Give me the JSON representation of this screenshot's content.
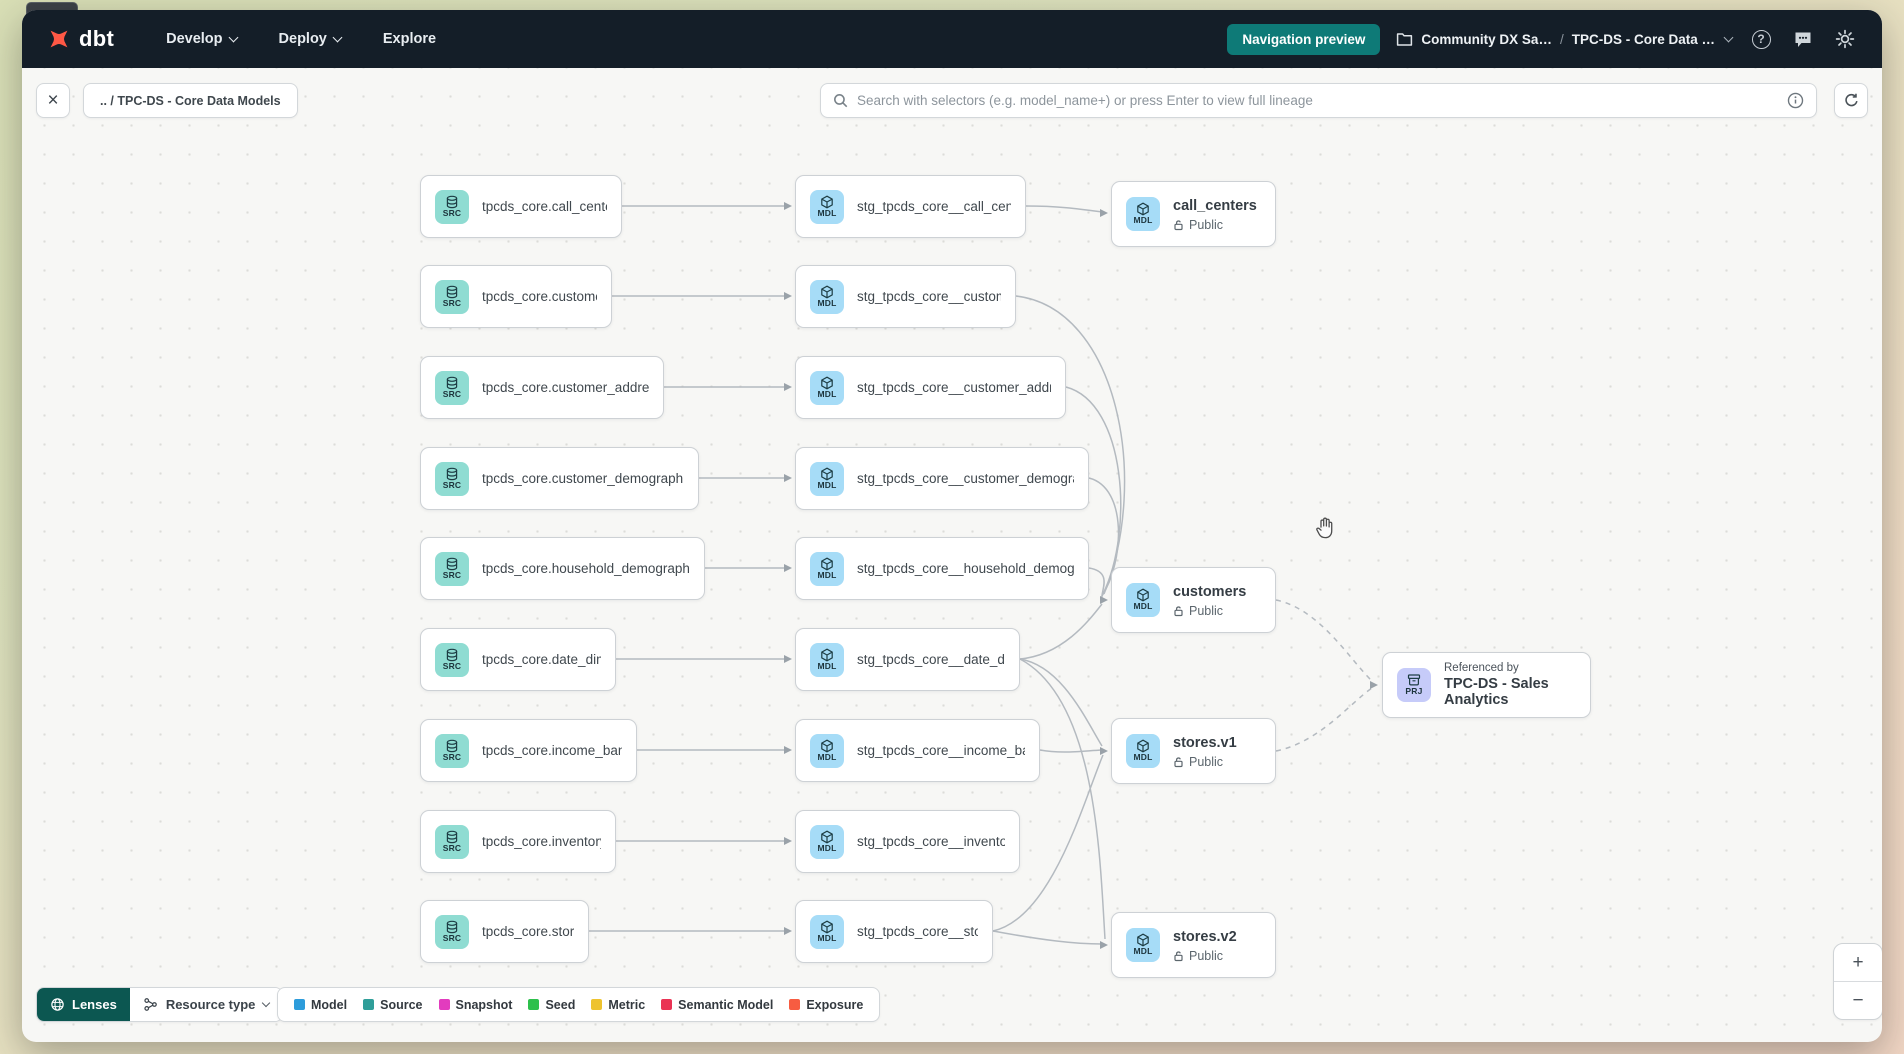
{
  "navbar": {
    "logo": "dbt",
    "menu": [
      "Develop",
      "Deploy",
      "Explore"
    ],
    "preview_button": "Navigation preview",
    "account": "Community DX Sa…",
    "separator": "/",
    "project": "TPC-DS - Core Data …",
    "help_glyph": "?"
  },
  "toolbar": {
    "close_label": "×",
    "breadcrumb": ".. / TPC-DS - Core Data Models",
    "search_placeholder": "Search with selectors (e.g. model_name+) or press Enter to view full lineage"
  },
  "graph": {
    "badge_src": "SRC",
    "badge_mdl": "MDL",
    "badge_prj": "PRJ",
    "sources": [
      {
        "label": "tpcds_core.call_center"
      },
      {
        "label": "tpcds_core.customer"
      },
      {
        "label": "tpcds_core.customer_address"
      },
      {
        "label": "tpcds_core.customer_demographics"
      },
      {
        "label": "tpcds_core.household_demographics"
      },
      {
        "label": "tpcds_core.date_dim"
      },
      {
        "label": "tpcds_core.income_band"
      },
      {
        "label": "tpcds_core.inventory"
      },
      {
        "label": "tpcds_core.store"
      }
    ],
    "staging": [
      {
        "label": "stg_tpcds_core__call_center"
      },
      {
        "label": "stg_tpcds_core__customer"
      },
      {
        "label": "stg_tpcds_core__customer_address"
      },
      {
        "label": "stg_tpcds_core__customer_demogra…"
      },
      {
        "label": "stg_tpcds_core__household_demogr…"
      },
      {
        "label": "stg_tpcds_core__date_dim"
      },
      {
        "label": "stg_tpcds_core__income_band"
      },
      {
        "label": "stg_tpcds_core__inventory"
      },
      {
        "label": "stg_tpcds_core__store"
      }
    ],
    "public_models": [
      {
        "name": "call_centers",
        "visibility": "Public"
      },
      {
        "name": "customers",
        "visibility": "Public"
      },
      {
        "name": "stores.v1",
        "visibility": "Public"
      },
      {
        "name": "stores.v2",
        "visibility": "Public"
      }
    ],
    "referenced": {
      "kicker": "Referenced by",
      "title": "TPC-DS - Sales Analytics"
    }
  },
  "footer": {
    "lenses_label": "Lenses",
    "resource_type_label": "Resource type",
    "legend": [
      {
        "label": "Model",
        "color": "#2D9CDB"
      },
      {
        "label": "Source",
        "color": "#2F9E99"
      },
      {
        "label": "Snapshot",
        "color": "#E23CBE"
      },
      {
        "label": "Seed",
        "color": "#2DC04C"
      },
      {
        "label": "Metric",
        "color": "#EEC32F"
      },
      {
        "label": "Semantic Model",
        "color": "#EA3354"
      },
      {
        "label": "Exposure",
        "color": "#F75C41"
      }
    ]
  },
  "zoom_controls": {
    "zoom_in": "+",
    "zoom_out": "−"
  },
  "colors": {
    "navbar_bg": "#141e28",
    "preview_button_bg": "#0e7a77",
    "lenses_bg": "#0c5751",
    "src_badge_bg": "#8fdcd2",
    "mdl_badge_bg": "#a6dcf7",
    "prj_badge_bg": "#c6cbf9",
    "edge": "#b4bac0"
  },
  "icons": {
    "logo": "dbt-four-point-star",
    "folder": "folder",
    "help": "question-circle",
    "feedback": "speech-bubble",
    "settings": "gear",
    "search": "magnifier",
    "info": "info-circle",
    "refresh": "circular-arrow",
    "source_badge": "database",
    "model_badge": "cube",
    "project_badge": "archive-box",
    "visibility": "padlock",
    "lenses": "globe",
    "resource_type": "graph-nodes",
    "cursor": "open-hand"
  }
}
